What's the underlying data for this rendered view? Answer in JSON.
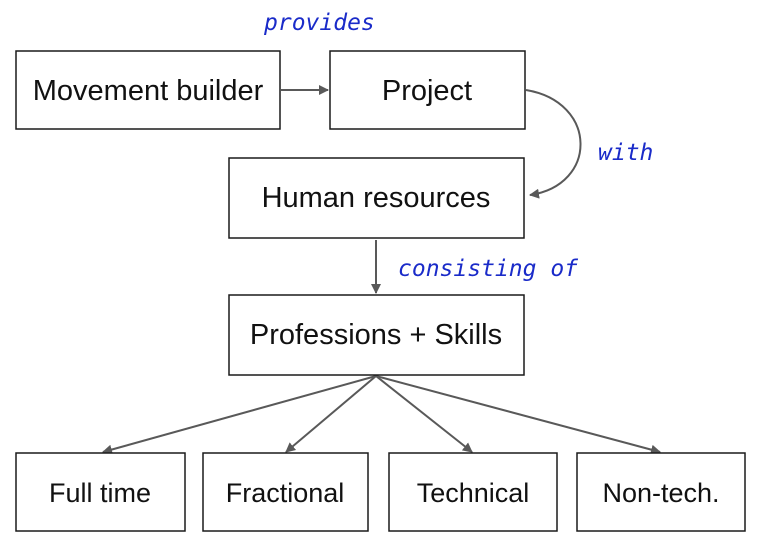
{
  "nodes": {
    "movement_builder": "Movement builder",
    "project": "Project",
    "human_resources": "Human resources",
    "professions_skills": "Professions + Skills",
    "full_time": "Full time",
    "fractional": "Fractional",
    "technical": "Technical",
    "non_tech": "Non-tech."
  },
  "edge_labels": {
    "provides": "provides",
    "with": "with",
    "consisting_of": "consisting of"
  },
  "colors": {
    "box_border": "#1a1a1a",
    "arrow": "#595959",
    "annotation": "#1a2bc9",
    "text": "#111111"
  }
}
